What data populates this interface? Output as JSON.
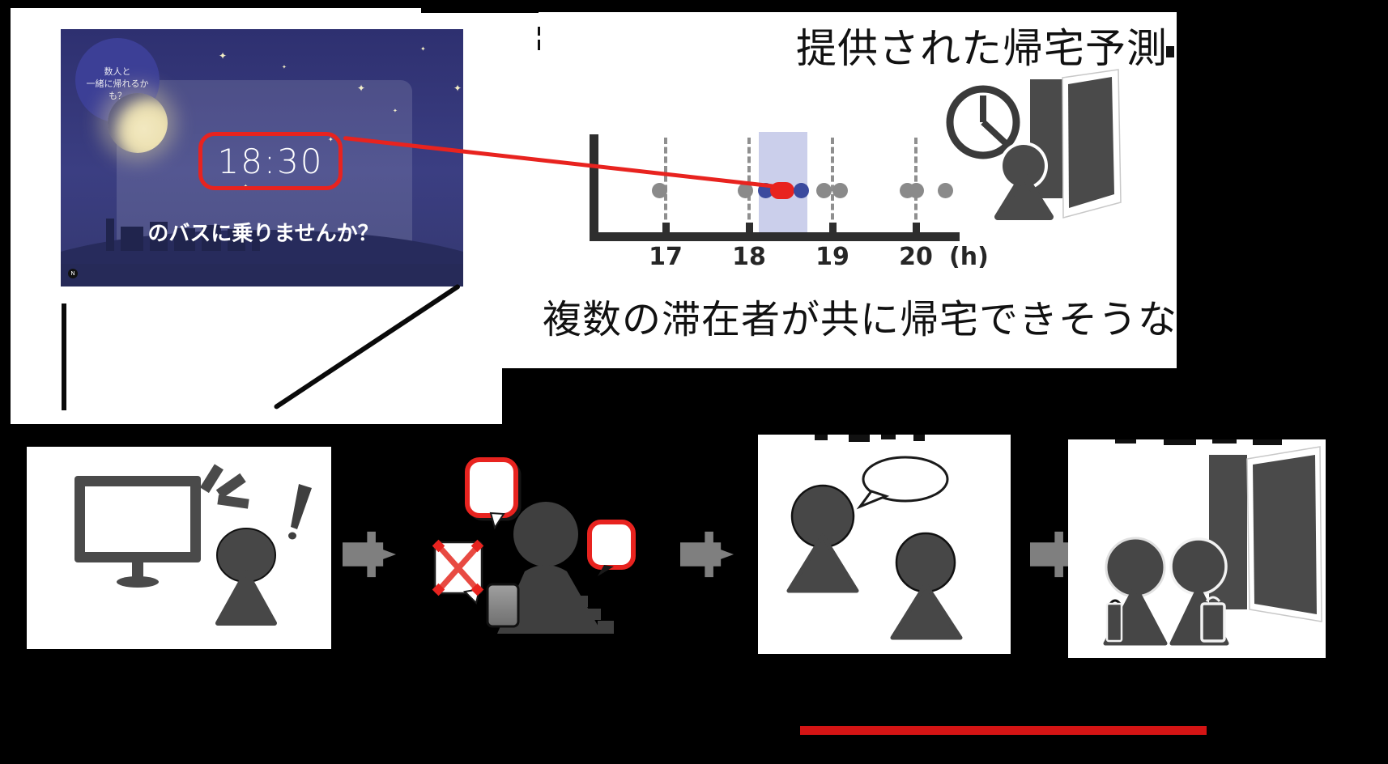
{
  "colors": {
    "red": "#e8231f",
    "blue": "#3b4a9e",
    "gray": "#8a8a8a",
    "band": "#cbcfeb",
    "icon_dark": "#4a4a4a",
    "arrow_gray": "#7f7f7f",
    "night_sky": "#323575",
    "notify_bubble_blue": "#3c3f96",
    "moon_yellow": "#e9dda8",
    "underline_red": "#d41414"
  },
  "app_screenshot": {
    "notify_line1": "数人と",
    "notify_line2": "一緒に帰れるかも？",
    "time": "18:30",
    "question": "のバスに乗りませんか？",
    "badge": "N",
    "icons": [
      "moon-icon",
      "stars",
      "notification-bubble"
    ]
  },
  "prediction_panel": {
    "title": "提供された帰宅予測",
    "caption": "複数の滞在者が共に帰宅できそうな",
    "icons": [
      "clock-icon",
      "open-door-icon",
      "person-icon"
    ],
    "chart_data": {
      "type": "scatter",
      "title": "提供された帰宅予測",
      "xlabel": "(h)",
      "x_ticks": [
        17,
        18,
        19,
        20
      ],
      "x_unit_label": "(h)",
      "xlim": [
        16.2,
        20.6
      ],
      "grid": "dashed-vertical-at-ticks",
      "points": [
        {
          "x": 16.93,
          "series": "other"
        },
        {
          "x": 17.96,
          "series": "other"
        },
        {
          "x": 18.2,
          "series": "companion"
        },
        {
          "x": 18.4,
          "series": "selected"
        },
        {
          "x": 18.63,
          "series": "companion"
        },
        {
          "x": 18.9,
          "series": "other"
        },
        {
          "x": 19.09,
          "series": "other"
        },
        {
          "x": 19.9,
          "series": "other"
        },
        {
          "x": 20.0,
          "series": "other"
        },
        {
          "x": 20.35,
          "series": "other"
        }
      ],
      "highlight_band": {
        "from": 18.12,
        "to": 18.7
      },
      "series_colors": {
        "other": "gray",
        "companion": "blue",
        "selected": "red"
      },
      "annotation_time": "18:30"
    }
  },
  "flow": {
    "steps": [
      {
        "name": "notice-prompt",
        "icons": [
          "monitor-icon",
          "alert-spark-icon",
          "person-icon",
          "exclamation-icon"
        ]
      },
      {
        "name": "no-direct-contact",
        "icons": [
          "speech-bubble-red-icon",
          "person-icon",
          "crossed-message-icon",
          "smartphone-icon",
          "speech-bubble-red-small-icon"
        ]
      },
      {
        "name": "conversation",
        "icons": [
          "person-icon",
          "person-icon",
          "speech-bubble-icon"
        ]
      },
      {
        "name": "leave-together",
        "icons": [
          "person-icon",
          "person-icon",
          "bag-icon",
          "bag-icon",
          "open-door-icon"
        ]
      }
    ],
    "arrow": "arrow-right-icon"
  }
}
